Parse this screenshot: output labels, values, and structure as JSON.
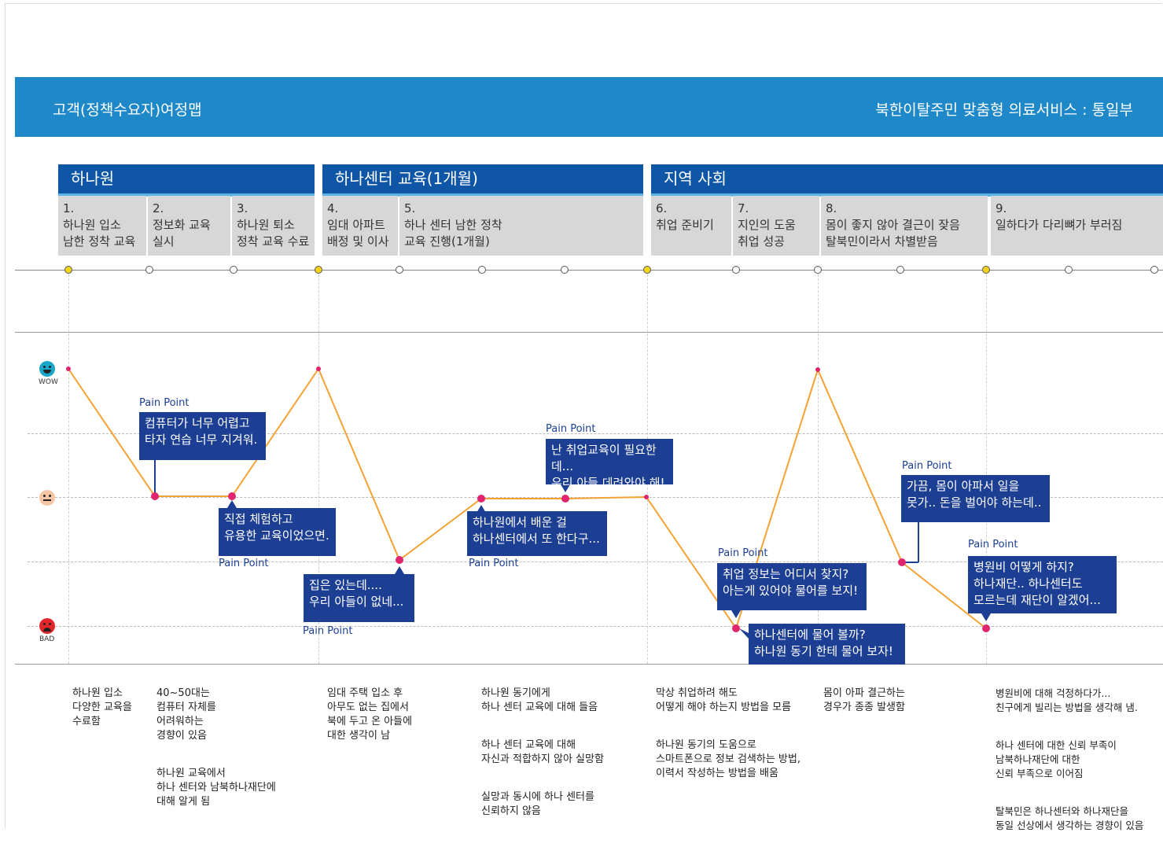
{
  "banner": {
    "left_title": "고객(정책수요자)여정맵",
    "right_title": "북한이탈주민 맞춤형 의료서비스 : 통일부"
  },
  "phases": [
    {
      "label": "하나원"
    },
    {
      "label": "하나센터 교육(1개월)"
    },
    {
      "label": "지역 사회"
    }
  ],
  "steps": [
    {
      "num": "1.",
      "text": "하나원 입소\n남한 정착 교육"
    },
    {
      "num": "2.",
      "text": "정보화 교육\n실시"
    },
    {
      "num": "3.",
      "text": "하나원 퇴소\n정착 교육 수료"
    },
    {
      "num": "4.",
      "text": "임대 아파트\n배정 및 이사"
    },
    {
      "num": "5.",
      "text": "하나 센터 남한 정착\n교육 진행(1개월)"
    },
    {
      "num": "6.",
      "text": "취업 준비기"
    },
    {
      "num": "7.",
      "text": "지인의 도움\n취업 성공"
    },
    {
      "num": "8.",
      "text": "몸이 좋지 않아 결근이 잦음\n탈북민이라서 차별받음"
    },
    {
      "num": "9.",
      "text": "일하다가 다리뼈가 부러짐"
    }
  ],
  "faces": {
    "wow": "WOW",
    "bad": "BAD"
  },
  "icons": [
    "wow-face-icon",
    "neutral-face-icon",
    "bad-face-icon"
  ],
  "colors": {
    "banner": "#1e88c9",
    "phase": "#0f57a6",
    "bubble": "#1d3f93",
    "line": "#f4a234",
    "point": "#e0256e",
    "milestone": "#f2d21b"
  },
  "pain_point_label": "Pain Point",
  "bubbles": [
    {
      "text": "컴퓨터가 너무 어렵고\n타자 연습 너무 지겨워."
    },
    {
      "text": "직접 체험하고\n유용한 교육이었으면."
    },
    {
      "text": "집은 있는데....\n우리 아들이 없네..."
    },
    {
      "text": "하나원에서 배운 걸\n하나센터에서 또 한다구..."
    },
    {
      "text": "난 취업교육이 필요한데...\n우리 아들 데려와야 해!"
    },
    {
      "text": "취업 정보는 어디서 찾지?\n아는게 있어야 물어를 보지!"
    },
    {
      "text": "하나센터에 물어 볼까?\n하나원 동기 한테 물어 보자!"
    },
    {
      "text": "가끔, 몸이 아파서 일을\n못가.. 돈을 벌어야 하는데.."
    },
    {
      "text": "병원비 어떻게 하지?\n하나재단.. 하나센터도\n모르는데 재단이 알겠어..."
    }
  ],
  "notes": [
    {
      "groups": [
        "하나원 입소\n다양한 교육을\n수료함"
      ]
    },
    {
      "groups": [
        "40~50대는\n컴퓨터 자체를\n어려워하는\n경향이 있음",
        "하나원 교육에서\n하나 센터와 남북하나재단에\n대해 알게 됨"
      ]
    },
    {
      "groups": [
        "임대 주택 입소 후\n아무도 없는 집에서\n북에 두고 온 아들에\n대한 생각이 남"
      ]
    },
    {
      "groups": [
        "하나원 동기에게\n하나 센터 교육에 대해 들음",
        "하나 센터 교육에 대해\n자신과 적합하지 않아 실망함",
        "실망과 동시에 하나 센터를\n신뢰하지 않음"
      ]
    },
    {
      "groups": [
        "막상 취업하려 해도\n어떻게 해야 하는지 방법을 모름",
        "하나원 동기의 도움으로\n스마트폰으로 정보 검색하는 방법,\n이력서 작성하는 방법을 배움"
      ]
    },
    {
      "groups": [
        "몸이 아파 결근하는\n경우가 종종 발생함"
      ]
    },
    {
      "groups": [
        "병원비에 대해 걱정하다가...\n친구에게 빌리는 방법을 생각해 냄.",
        "하나 센터에 대한 신뢰 부족이\n남북하나재단에 대한\n신뢰 부족으로 이어짐",
        "탈북민은 하나센터와 하나재단을\n동일 선상에서 생각하는 경향이 있음"
      ]
    }
  ]
}
